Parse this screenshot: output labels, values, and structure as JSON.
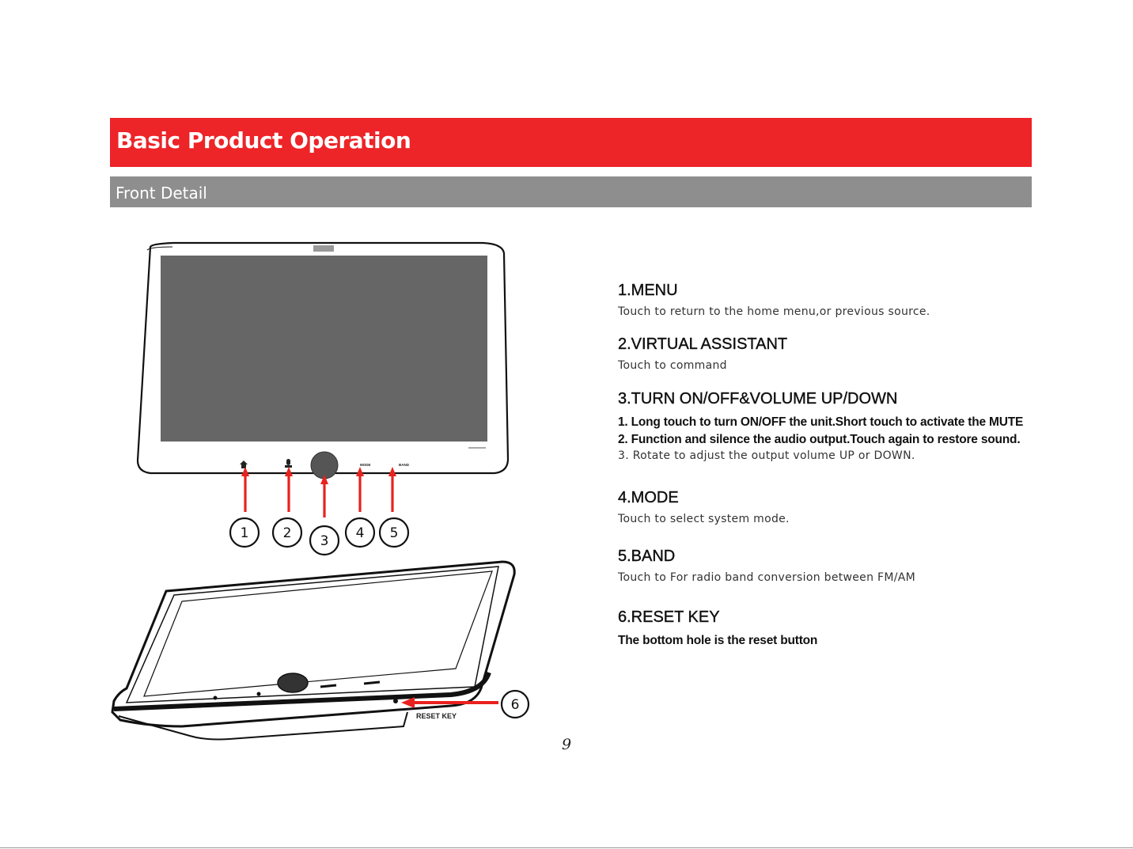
{
  "header": {
    "title": "Basic Product Operation",
    "subtitle": "Front Detail"
  },
  "colors": {
    "accent": "#ed2428",
    "subheader": "#8e8e8e",
    "screen": "#666666",
    "arrow": "#e8221f"
  },
  "figure": {
    "callouts": [
      "1",
      "2",
      "3",
      "4",
      "5",
      "6"
    ],
    "button_labels": {
      "mode": "MODE",
      "band": "BAND"
    },
    "reset_label": "RESET KEY"
  },
  "items": [
    {
      "title": "1.MENU",
      "lines": [
        "Touch to return to the home menu,or previous source."
      ]
    },
    {
      "title": "2.VIRTUAL ASSISTANT",
      "lines": [
        "Touch to command"
      ]
    },
    {
      "title": "3.TURN ON/OFF&VOLUME UP/DOWN",
      "lines": [
        "1. Long touch to turn ON/OFF the unit.Short touch to activate the MUTE",
        "2. Function and silence the audio output.Touch again to restore sound.",
        "3. Rotate to adjust the output volume UP or DOWN."
      ]
    },
    {
      "title": "4.MODE",
      "lines": [
        "Touch to select system mode."
      ]
    },
    {
      "title": "5.BAND",
      "lines": [
        "Touch to For radio band conversion between FM/AM"
      ]
    },
    {
      "title": "6.RESET KEY",
      "lines": [
        "The bottom hole is the reset button"
      ]
    }
  ],
  "page_number": "9"
}
